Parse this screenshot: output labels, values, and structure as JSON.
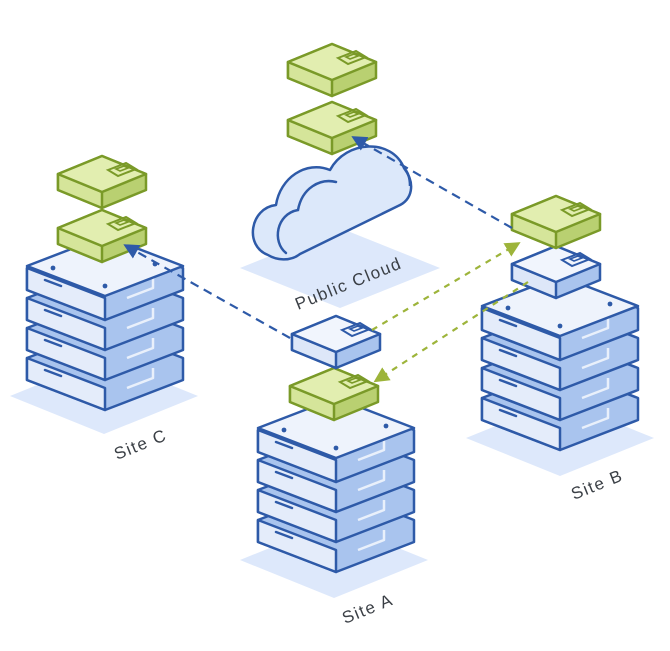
{
  "labels": {
    "cloud": "Public Cloud",
    "site_a": "Site A",
    "site_b": "Site B",
    "site_c": "Site C"
  },
  "colors": {
    "server_stroke": "#2e5aa8",
    "server_front": "#a9c4ee",
    "server_top": "#e9f0fb",
    "green_fill": "#cfe08a",
    "green_stroke": "#7a9a28",
    "floor": "#dde8fb",
    "cloud_fill": "#dce8fa",
    "blue_link": "#2e5aa8",
    "green_link": "#9db43a"
  },
  "icons": {
    "server_rack": "server-rack-icon",
    "data_block": "data-block-icon",
    "cloud": "cloud-icon"
  }
}
